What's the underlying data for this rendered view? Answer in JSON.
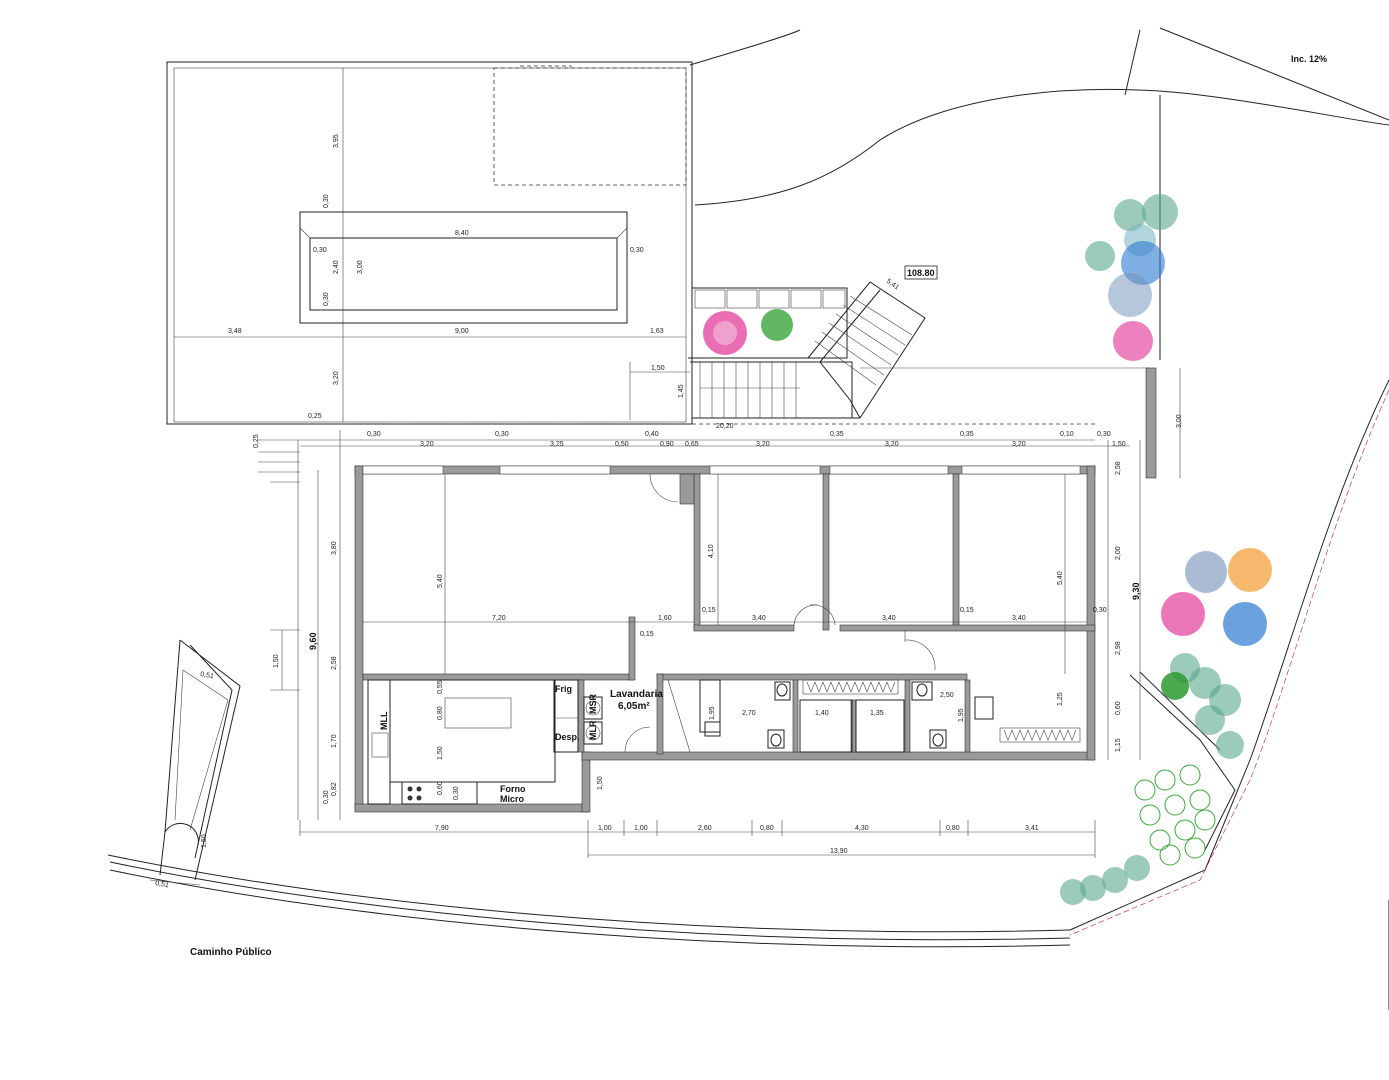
{
  "labels": {
    "inclination": "Inc. 12%",
    "elevation": "108.80",
    "public_path": "Caminho Público",
    "laundry_name": "Lavandaria",
    "laundry_area": "6,05m²",
    "fridge": "Frig",
    "pantry": "Desp.",
    "oven_line1": "Forno",
    "oven_line2": "Micro",
    "mll": "MLL",
    "msr": "MSR",
    "mlr": "MLR"
  },
  "dimensions": {
    "pool_len": "8,40",
    "pool_w1": "3,00",
    "pool_w2": "2,40",
    "pool_e1": "0,30",
    "pool_e2": "0,30",
    "pool_e3": "0,30",
    "pool_e4": "0,30",
    "top_395": "3,95",
    "left_348": "3,48",
    "mid_900": "9,00",
    "right_163": "1,63",
    "v_320": "3,20",
    "stair_150": "1,50",
    "stair_145": "1,45",
    "stair_541": "5,41",
    "total_2020": "20,20",
    "d025a": "0,25",
    "d030a": "0,30",
    "d320a": "3,20",
    "d030b": "0,30",
    "d325": "3,25",
    "d050": "0,50",
    "d040": "0,40",
    "d090": "0,90",
    "d065": "0,65",
    "d320b": "3,20",
    "d035a": "0,35",
    "d320c": "3,20",
    "d035b": "0,35",
    "d320d": "3,20",
    "d010": "0,10",
    "d030c": "0,30",
    "r150": "1,50",
    "r258": "2,58",
    "r200": "2,00",
    "r930": "9,30",
    "r298": "2,98",
    "r060": "0,60",
    "r115": "1,15",
    "r300": "3,00",
    "l380": "3,80",
    "l960": "9,60",
    "l258": "2,58",
    "l170": "1,70",
    "l150": "1,50",
    "l030": "0,30",
    "l082": "0,82",
    "in540a": "5,40",
    "in410": "4,10",
    "in540b": "5,40",
    "in720": "7,20",
    "in160": "1,60",
    "in340a": "3,40",
    "in340b": "3,40",
    "in340c": "3,40",
    "in015a": "0,15",
    "in015b": "0,15",
    "in015c": "0,15",
    "in030a": "0,30",
    "in270": "2,70",
    "in140": "1,40",
    "in135": "1,35",
    "in250": "2,50",
    "in195a": "1,95",
    "in195b": "1,95",
    "in125": "1,25",
    "in055": "0,55",
    "in080": "0,80",
    "in150k": "1,50",
    "in060": "0,60",
    "in030k": "0,30",
    "b790": "7,90",
    "b100a": "1,00",
    "b100b": "1,00",
    "b260": "2,60",
    "b080a": "0,80",
    "b430": "4,30",
    "b080b": "0,80",
    "b341": "3,41",
    "b1390": "13,90",
    "b150": "1,50",
    "gate_051": "0,51",
    "gate_150": "1,50",
    "gate_051b": "0,51"
  }
}
